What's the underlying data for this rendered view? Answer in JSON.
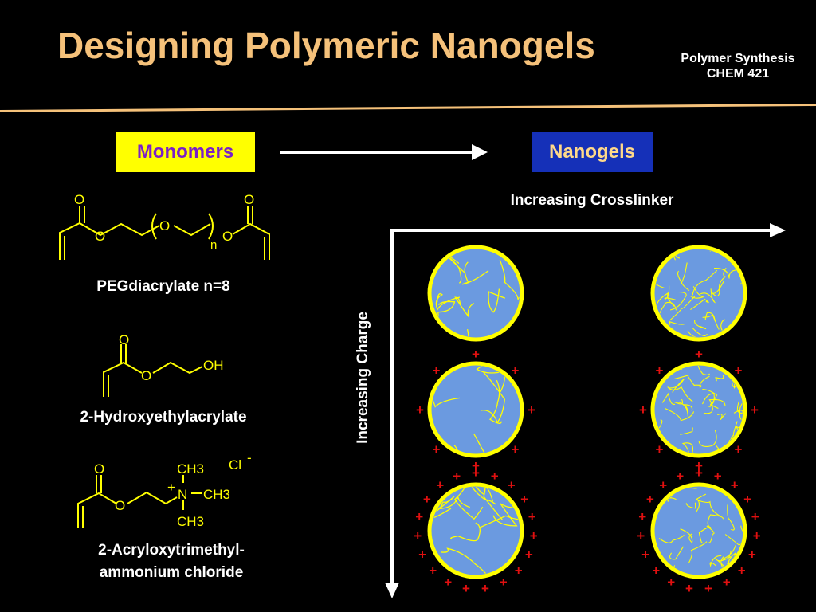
{
  "header": {
    "title": "Designing Polymeric Nanogels",
    "course_line1": "Polymer Synthesis",
    "course_line2": "CHEM 421"
  },
  "boxes": {
    "monomers": "Monomers",
    "nanogels": "Nanogels"
  },
  "monomers": [
    {
      "name": "PEGdiacrylate n=8",
      "atoms": [
        "O",
        "O",
        "O",
        "O",
        "O",
        "n"
      ]
    },
    {
      "name": "2-Hydroxyethylacrylate",
      "atoms": [
        "O",
        "O",
        "OH"
      ]
    },
    {
      "name_line1": "2-Acryloxytrimethyl-",
      "name_line2": "ammonium chloride",
      "atoms": [
        "O",
        "O",
        "CH3",
        "CH3",
        "CH3",
        "N",
        "+",
        "Cl",
        "-"
      ]
    }
  ],
  "axes": {
    "x_label": "Increasing Crosslinker",
    "y_label": "Increasing Charge"
  },
  "nanogel_grid": {
    "fill_color": "#6b9ae0",
    "border_color": "#ffff00",
    "charge_color": "#e01010",
    "cells": [
      {
        "crosslink": "low",
        "charge": "none",
        "charges": 0
      },
      {
        "crosslink": "high",
        "charge": "none",
        "charges": 0
      },
      {
        "crosslink": "low",
        "charge": "medium",
        "charges": 8
      },
      {
        "crosslink": "high",
        "charge": "medium",
        "charges": 8
      },
      {
        "crosslink": "low",
        "charge": "high",
        "charges": 19
      },
      {
        "crosslink": "high",
        "charge": "high",
        "charges": 19
      }
    ]
  }
}
